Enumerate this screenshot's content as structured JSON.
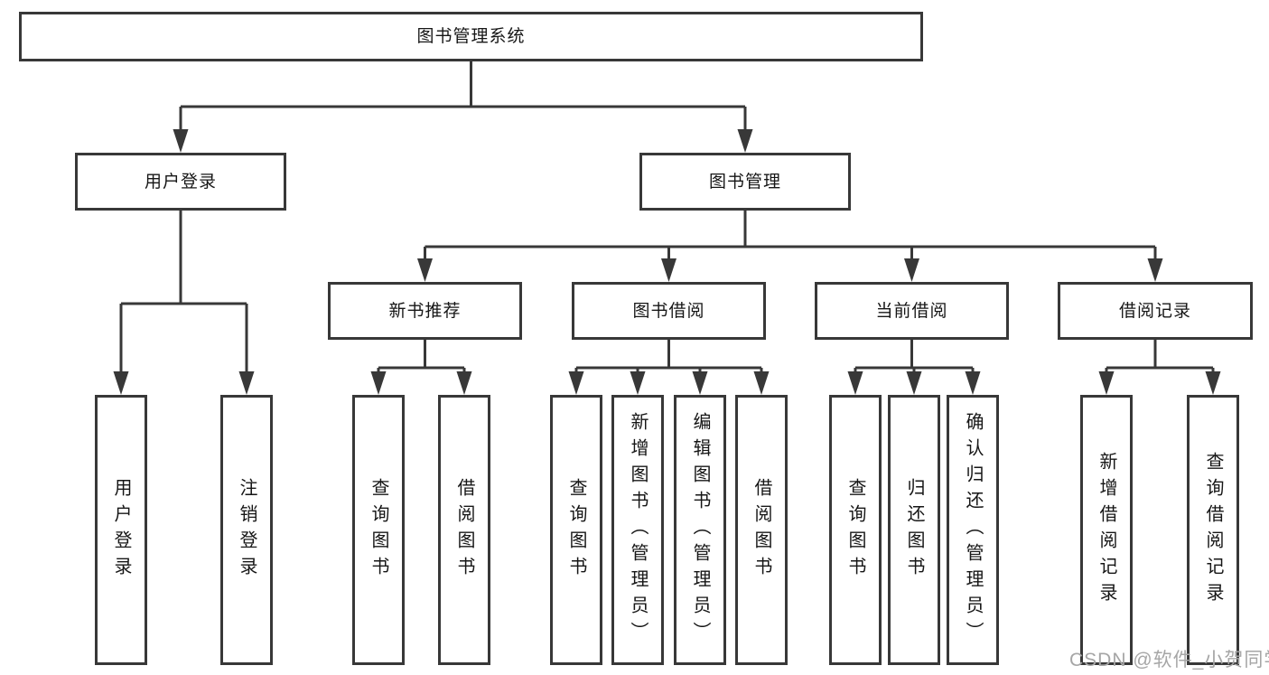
{
  "diagram": {
    "type": "hierarchy-tree",
    "tree": {
      "label": "图书管理系统",
      "children": [
        {
          "label": "用户登录",
          "children": [
            {
              "label": "用户登录"
            },
            {
              "label": "注销登录"
            }
          ]
        },
        {
          "label": "图书管理",
          "children": [
            {
              "label": "新书推荐",
              "children": [
                {
                  "label": "查询图书"
                },
                {
                  "label": "借阅图书"
                }
              ]
            },
            {
              "label": "图书借阅",
              "children": [
                {
                  "label": "查询图书"
                },
                {
                  "label": "新增图书（管理员）"
                },
                {
                  "label": "编辑图书（管理员）"
                },
                {
                  "label": "借阅图书"
                }
              ]
            },
            {
              "label": "当前借阅",
              "children": [
                {
                  "label": "查询图书"
                },
                {
                  "label": "归还图书"
                },
                {
                  "label": "确认归还（管理员）"
                }
              ]
            },
            {
              "label": "借阅记录",
              "children": [
                {
                  "label": "新增借阅记录"
                },
                {
                  "label": "查询借阅记录"
                }
              ]
            }
          ]
        }
      ]
    },
    "line_color": "#383838",
    "box_border_color": "#383838",
    "box_fill_color": "#ffffff"
  },
  "watermark": {
    "text": "CSDN @软件_小贺同学"
  }
}
